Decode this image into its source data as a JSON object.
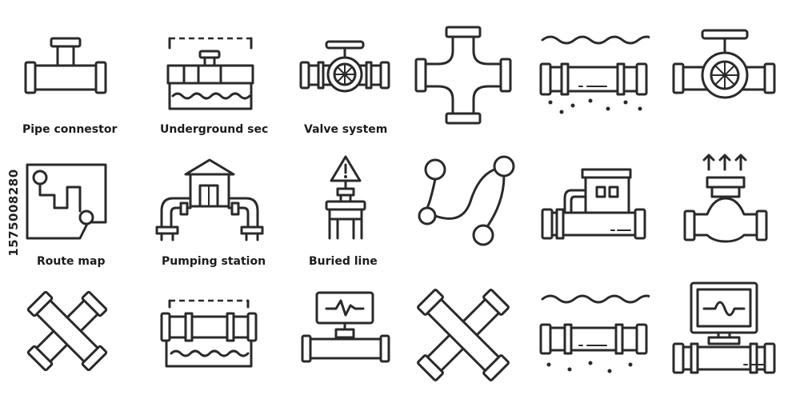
{
  "labels": {
    "pipe_connector": "Pipe connestor",
    "underground_sec": "Underground sec",
    "valve_system": "Valve system",
    "route_map": "Route map",
    "pumping_station": "Pumping station",
    "buried_line": "Buried line"
  },
  "stock_id": "1575008280",
  "icons": [
    "pipe-tee-connector-icon",
    "underground-section-icon",
    "valve-system-icon",
    "pipe-cross-icon",
    "underground-pipe-soil-icon",
    "valve-wheel-icon",
    "route-map-icon",
    "pumping-station-icon",
    "buried-line-warning-icon",
    "route-path-icon",
    "pump-machine-icon",
    "valve-steam-icon",
    "crossed-pipes-icon",
    "underground-pipe-icon",
    "pipe-monitor-icon",
    "crossed-pipes-large-icon",
    "underground-pipe-soil-2-icon",
    "pipe-computer-monitor-icon"
  ]
}
